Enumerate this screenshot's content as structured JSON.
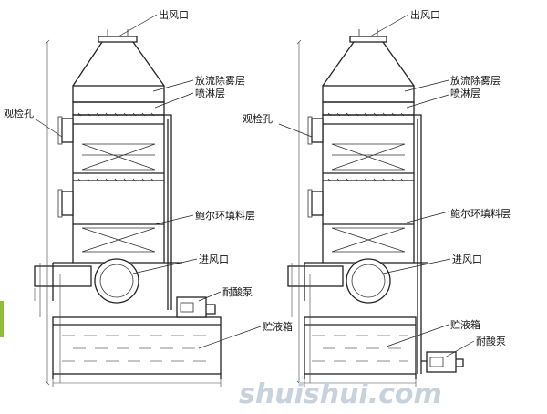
{
  "labels": {
    "outlet": "出风口",
    "demister": "放流除雾层",
    "spray": "喷淋层",
    "inspection": "观检孔",
    "packing": "鲍尔环填料层",
    "inlet": "进风口",
    "pump": "耐酸泵",
    "tank": "贮液箱"
  },
  "watermark": "shuishui.com",
  "colors": {
    "line": "#222222",
    "edge_accent": "#8fbf3a",
    "watermark": "#c8d2dc"
  }
}
